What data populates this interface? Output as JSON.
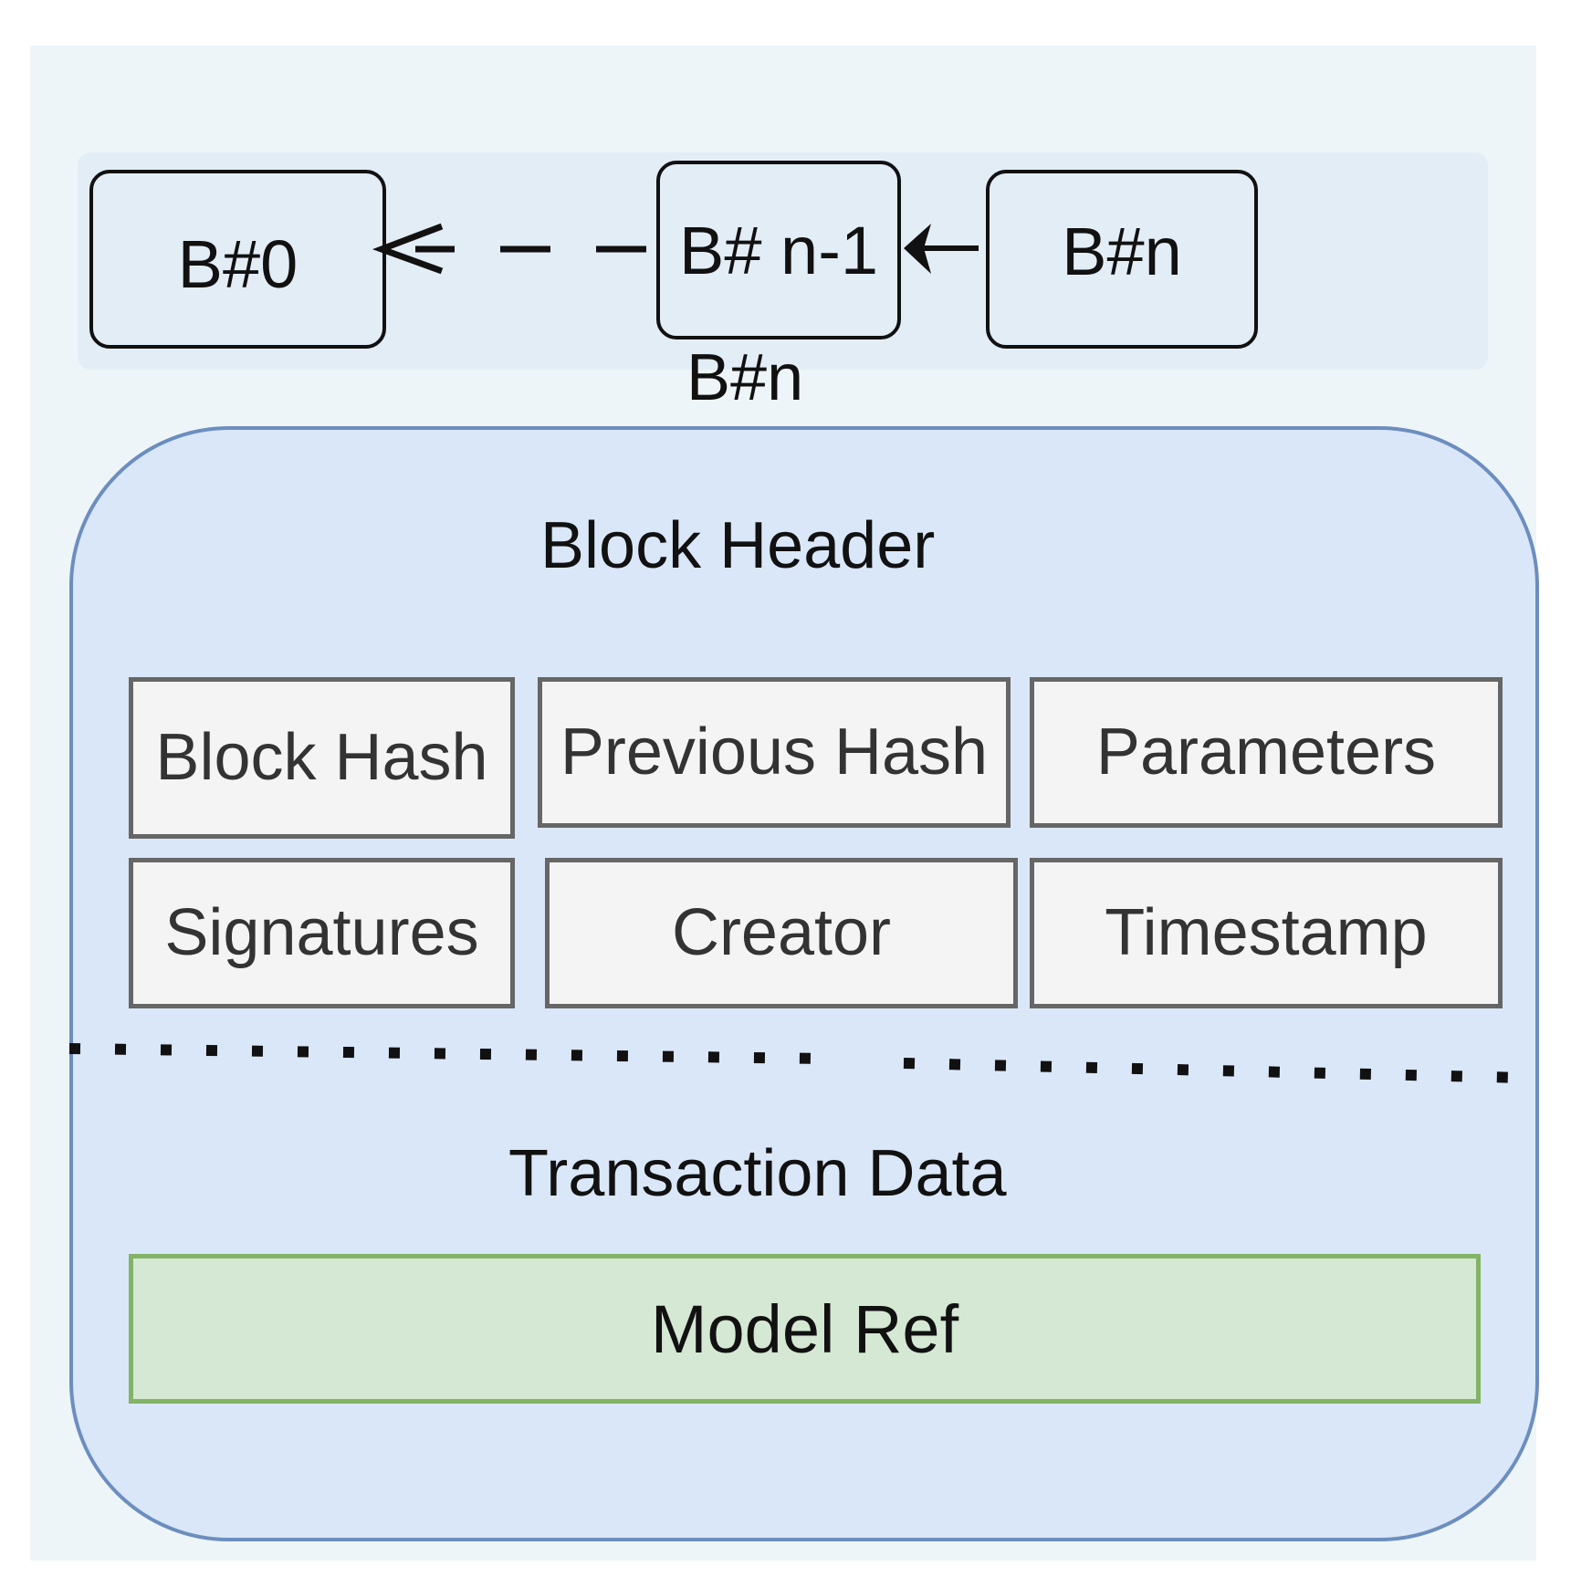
{
  "chain": {
    "genesis_label": "B#0",
    "prev_label": "B# n-1",
    "current_label": "B#n",
    "caption": "B#n"
  },
  "block": {
    "header_title": "Block Header",
    "fields": {
      "block_hash": "Block Hash",
      "previous_hash": "Previous Hash",
      "parameters": "Parameters",
      "signatures": "Signatures",
      "creator": "Creator",
      "timestamp": "Timestamp"
    },
    "transaction_title": "Transaction Data",
    "model_ref": "Model Ref"
  },
  "colors": {
    "panel_fill": "#dae7f8",
    "panel_border": "#6c8ebf",
    "field_fill": "#f4f4f4",
    "field_border": "#666666",
    "model_fill": "#d5e8d4",
    "model_border": "#82b366"
  }
}
